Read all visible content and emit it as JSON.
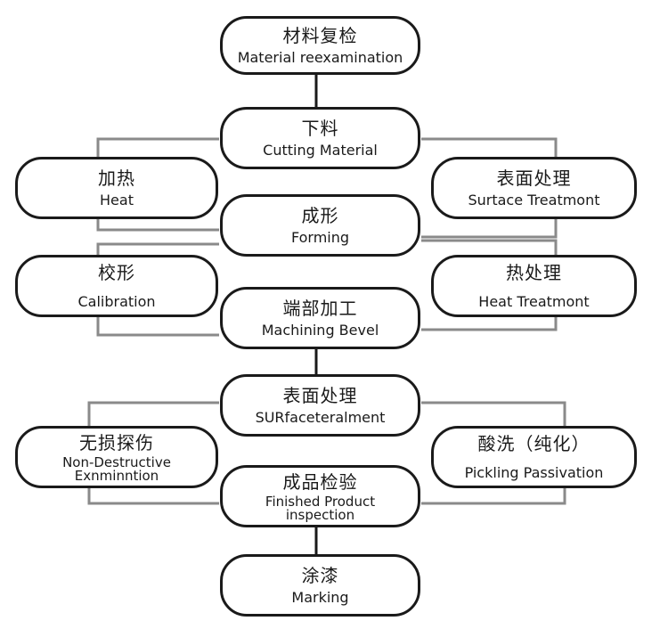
{
  "nodes": {
    "material_reexamination": {
      "zh": "材料复检",
      "en": "Material reexamination"
    },
    "cutting_material": {
      "zh": "下料",
      "en": "Cutting Material"
    },
    "heat": {
      "zh": "加热",
      "en": "Heat"
    },
    "surface_treatment_1": {
      "zh": "表面处理",
      "en": "Surtace Treatmont"
    },
    "forming": {
      "zh": "成形",
      "en": "Forming"
    },
    "calibration": {
      "zh": "校形",
      "en": "Calibration"
    },
    "heat_treatment": {
      "zh": "热处理",
      "en": "Heat Treatmont"
    },
    "machining_bevel": {
      "zh": "端部加工",
      "en": "Machining Bevel"
    },
    "surface_treatment_2": {
      "zh": "表面处理",
      "en": "SURfaceteralment"
    },
    "nondestructive": {
      "zh": "无损探伤",
      "en_line1": "Non-Destructive",
      "en_line2": "Exnminntion"
    },
    "pickling": {
      "zh": "酸洗（纯化）",
      "en": "Pickling Passivation"
    },
    "finished_inspection": {
      "zh": "成品检验",
      "en_line1": "Finished Product",
      "en_line2": "inspection"
    },
    "marking": {
      "zh": "涂漆",
      "en": "Marking"
    }
  },
  "colors": {
    "box_border": "#1a1a1a",
    "connector": "#8a8a8a",
    "trunk": "#1a1a1a"
  }
}
